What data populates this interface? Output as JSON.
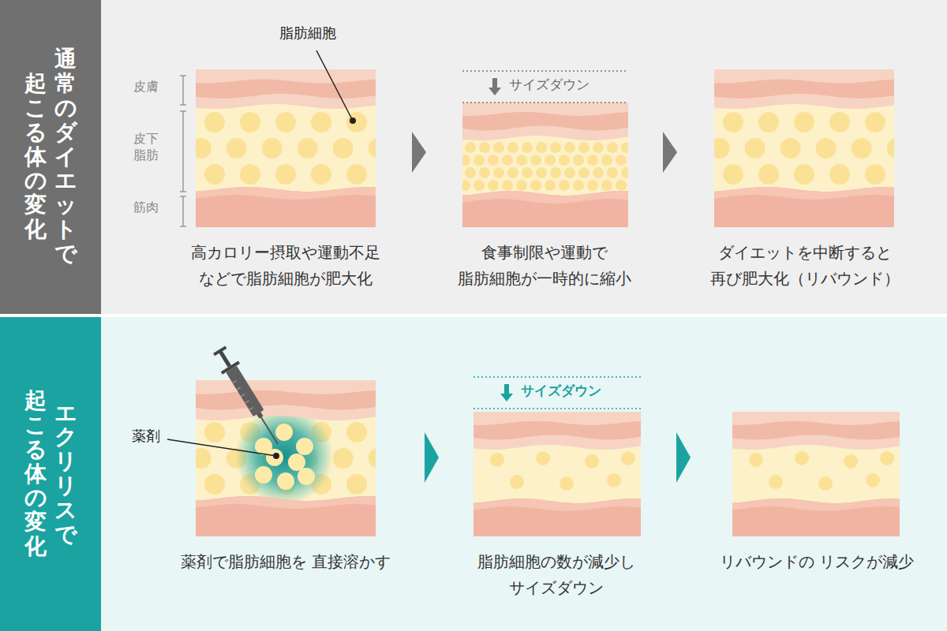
{
  "diagram": {
    "nodes": [
      {
        "text": [
          "通常のダイエットで",
          "起こる体の変化"
        ]
      },
      {
        "text": [
          "エクリリスで",
          "起こる体の変化"
        ]
      }
    ],
    "labels": [
      "脂肪細胞",
      "皮膚",
      "皮下 脂肪",
      "筋肉",
      "高カロリー摂取や運動不足 などで脂肪細胞が肥大化",
      "サイズダウン",
      "食事制限や運動で 脂肪細胞が一時的に縮小",
      "ダイエットを中断すると 再び肥大化（リバウンド）",
      "薬剤",
      "サイズダウン",
      "薬剤で脂肪細胞を 直接溶かす",
      "脂肪細胞の数が減少し サイズダウン",
      "リバウンドの リスクが減少"
    ]
  }
}
